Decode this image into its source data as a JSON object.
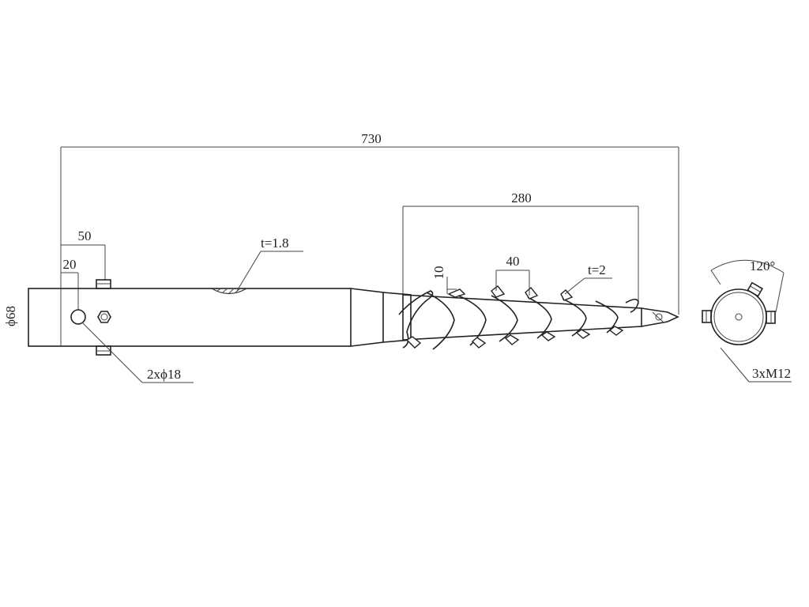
{
  "dimensions": {
    "overall_length": "730",
    "helix_length": "280",
    "top_offset": "50",
    "hole_offset": "20",
    "diameter": "ϕ68",
    "wall_thickness": "t=1.8",
    "pitch": "40",
    "flight_height": "10",
    "flight_thickness": "t=2",
    "holes": "2xϕ18",
    "angle": "120°",
    "bolts": "3xM12"
  },
  "colors": {
    "line": "#333333",
    "background": "#ffffff"
  }
}
